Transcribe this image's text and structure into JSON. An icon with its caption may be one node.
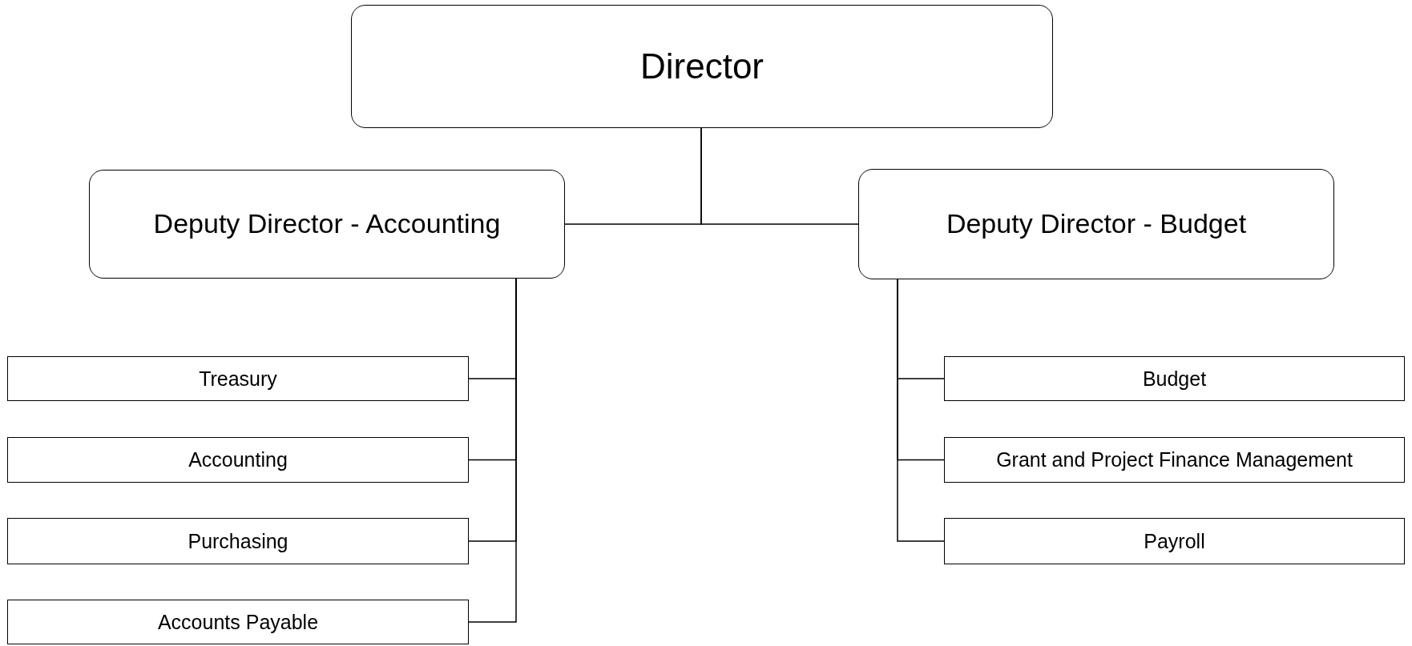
{
  "diagram": {
    "nodes": [
      {
        "text": [
          "Director"
        ]
      },
      {
        "text": [
          "Deputy Director - Accounting"
        ]
      },
      {
        "text": [
          "Deputy Director - Budget"
        ]
      },
      {
        "text": [
          "Treasury"
        ]
      },
      {
        "text": [
          "Accounting"
        ]
      },
      {
        "text": [
          "Purchasing"
        ]
      },
      {
        "text": [
          "Accounts Payable"
        ]
      },
      {
        "text": [
          "Budget"
        ]
      },
      {
        "text": [
          "Grant and Project Finance Management"
        ]
      },
      {
        "text": [
          "Payroll"
        ]
      }
    ],
    "edges": [
      {
        "from": 0,
        "to": 1,
        "arrow": "none"
      },
      {
        "from": 0,
        "to": 2,
        "arrow": "none"
      },
      {
        "from": 1,
        "to": 3,
        "arrow": "none"
      },
      {
        "from": 1,
        "to": 4,
        "arrow": "none"
      },
      {
        "from": 1,
        "to": 5,
        "arrow": "none"
      },
      {
        "from": 1,
        "to": 6,
        "arrow": "none"
      },
      {
        "from": 2,
        "to": 7,
        "arrow": "none"
      },
      {
        "from": 2,
        "to": 8,
        "arrow": "none"
      },
      {
        "from": 2,
        "to": 9,
        "arrow": "none"
      }
    ]
  }
}
